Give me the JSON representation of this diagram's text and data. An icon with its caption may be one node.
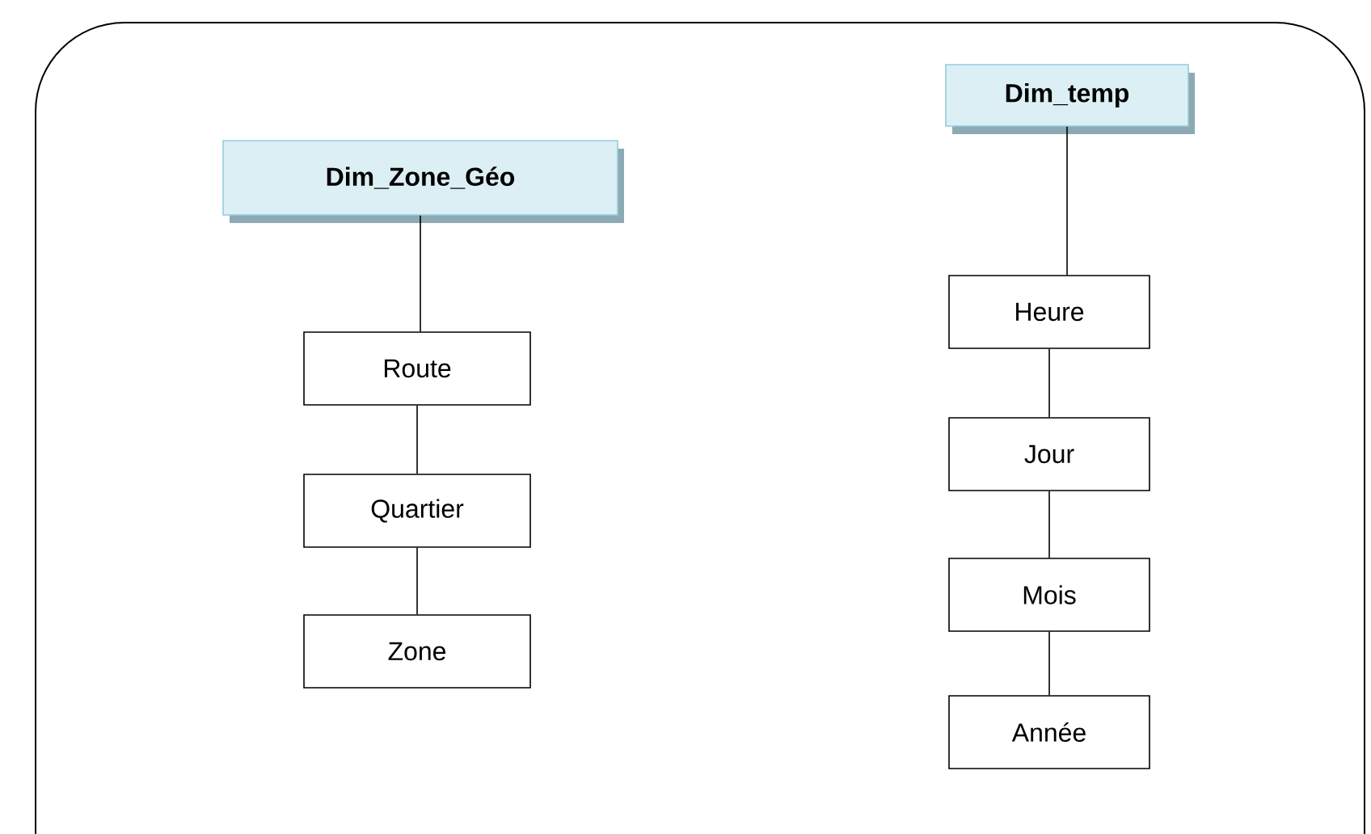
{
  "diagram": {
    "nodes": [
      {
        "text": [
          "Dim_Zone_Géo"
        ]
      },
      {
        "text": [
          "Route"
        ]
      },
      {
        "text": [
          "Quartier"
        ]
      },
      {
        "text": [
          "Zone"
        ]
      },
      {
        "text": [
          "Dim_temp"
        ]
      },
      {
        "text": [
          "Heure"
        ]
      },
      {
        "text": [
          "Jour"
        ]
      },
      {
        "text": [
          "Mois"
        ]
      },
      {
        "text": [
          "Année"
        ]
      }
    ],
    "edges": [
      {
        "from": 0,
        "to": 1,
        "arrow": "none"
      },
      {
        "from": 1,
        "to": 2,
        "arrow": "none"
      },
      {
        "from": 2,
        "to": 3,
        "arrow": "none"
      },
      {
        "from": 4,
        "to": 5,
        "arrow": "none"
      },
      {
        "from": 5,
        "to": 6,
        "arrow": "none"
      },
      {
        "from": 6,
        "to": 7,
        "arrow": "none"
      },
      {
        "from": 7,
        "to": 8,
        "arrow": "none"
      }
    ]
  }
}
